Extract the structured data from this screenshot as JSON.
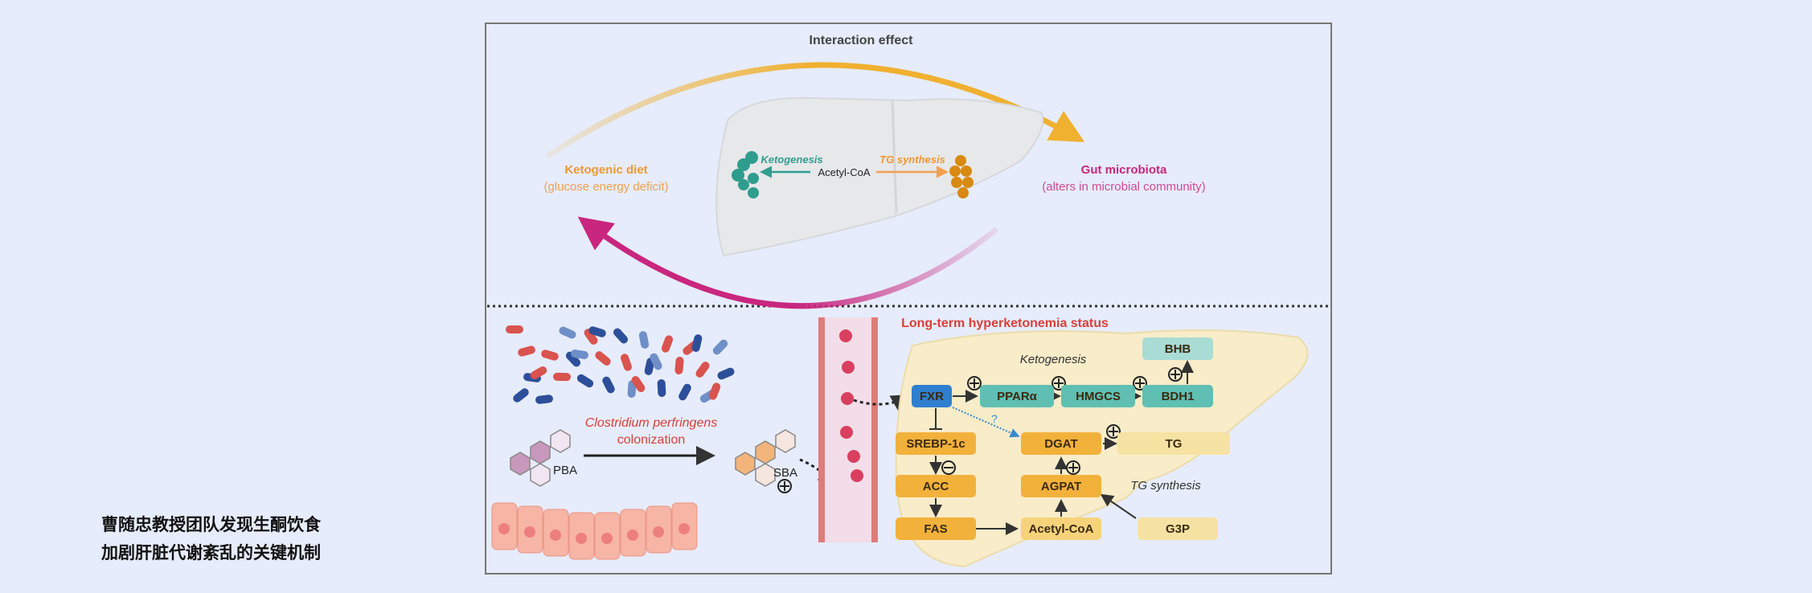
{
  "caption": {
    "line1": "曹随忠教授团队发现生酮饮食",
    "line2": "加剧肝脏代谢紊乱的关键机制"
  },
  "top": {
    "title": "Interaction effect",
    "left_label": "Ketogenic diet",
    "left_sub": "(glucose energy deficit)",
    "right_label": "Gut microbiota",
    "right_sub": "(alters in microbial community)",
    "center": "Acetyl-CoA",
    "ketogenesis": "Ketogenesis",
    "tg_synthesis": "TG synthesis"
  },
  "bottom": {
    "title": "Long-term hyperketonemia status",
    "bacteria_label": "Clostridium perfringens",
    "bacteria_sub": "colonization",
    "pba": "PBA",
    "sba": "SBA",
    "ketogenesis": "Ketogenesis",
    "tg_synthesis": "TG synthesis",
    "question": "?",
    "nodes": {
      "fxr": "FXR",
      "ppara": "PPARα",
      "hmgcs": "HMGCS",
      "bdh1": "BDH1",
      "bhb": "BHB",
      "srebp": "SREBP-1c",
      "acc": "ACC",
      "fas": "FAS",
      "dgat": "DGAT",
      "agpat": "AGPAT",
      "acetylcoa": "Acetyl-CoA",
      "tg": "TG",
      "g3p": "G3P"
    }
  },
  "colors": {
    "orange": "#f0982f",
    "magenta": "#c9267f",
    "teal": "#2f9d8e",
    "red": "#d9403a",
    "node_orange": "#f2b13b",
    "node_teal": "#5fbfb2",
    "fxr_blue": "#2f7fd0"
  }
}
